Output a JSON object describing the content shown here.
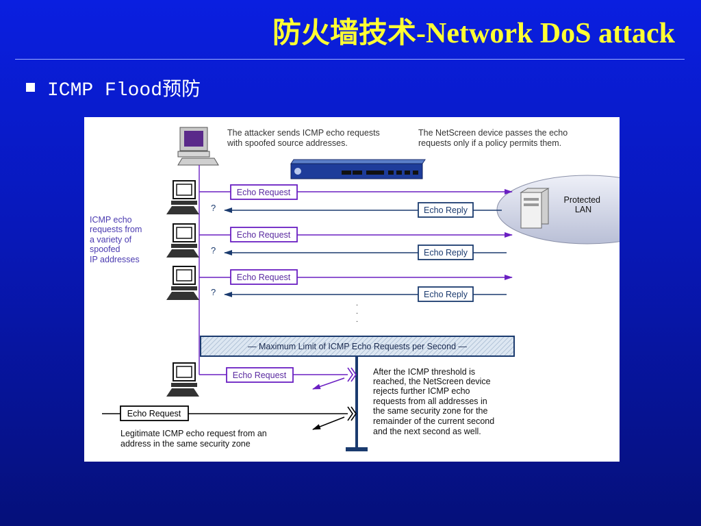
{
  "slide": {
    "title": "防火墙技术-Network DoS attack",
    "bullet": "ICMP Flood预防"
  },
  "diagram": {
    "caption_attacker": [
      "The attacker sends ICMP echo requests",
      "with spoofed source addresses."
    ],
    "caption_netscreen": [
      "The NetScreen device passes the echo",
      "requests only if a policy permits them."
    ],
    "side_label": [
      "ICMP echo",
      "requests from",
      "a variety of",
      "spoofed",
      "IP addresses"
    ],
    "protected_lan": [
      "Protected",
      "LAN"
    ],
    "echo_request": "Echo Request",
    "echo_reply": "Echo Reply",
    "question_mark": "?",
    "ellipsis": ".",
    "limit_bar": "— Maximum Limit of ICMP Echo Requests per Second —",
    "threshold_note": [
      "After the ICMP threshold is",
      "reached, the NetScreen device",
      "rejects further ICMP echo",
      "requests from all addresses in",
      "the same security zone for the",
      "remainder of the current second",
      "and the next second as well."
    ],
    "legit_note": [
      "Legitimate ICMP echo request from an",
      "address in the same security zone"
    ],
    "colors": {
      "purple": "#6a1fc2",
      "navy": "#1a3a6e",
      "slide_title": "#ffff33",
      "side_label": "#4a3ab0"
    }
  }
}
